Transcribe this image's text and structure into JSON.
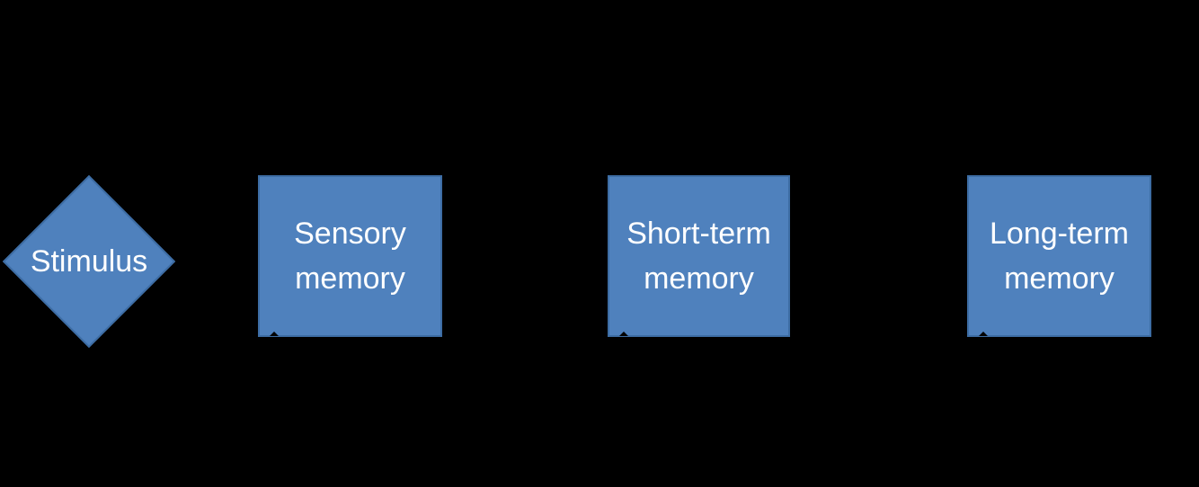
{
  "diagram": {
    "background_color": "#000000",
    "shape_fill_color": "#4f81bd",
    "shape_border_color": "#3d6da4",
    "text_color": "#ffffff",
    "nodes": [
      {
        "id": "stimulus",
        "shape": "diamond",
        "label": "Stimulus"
      },
      {
        "id": "sensory-memory",
        "shape": "rectangle",
        "label": "Sensory memory"
      },
      {
        "id": "short-term-memory",
        "shape": "rectangle",
        "label": "Short-term memory"
      },
      {
        "id": "long-term-memory",
        "shape": "rectangle",
        "label": "Long-term memory"
      }
    ]
  }
}
